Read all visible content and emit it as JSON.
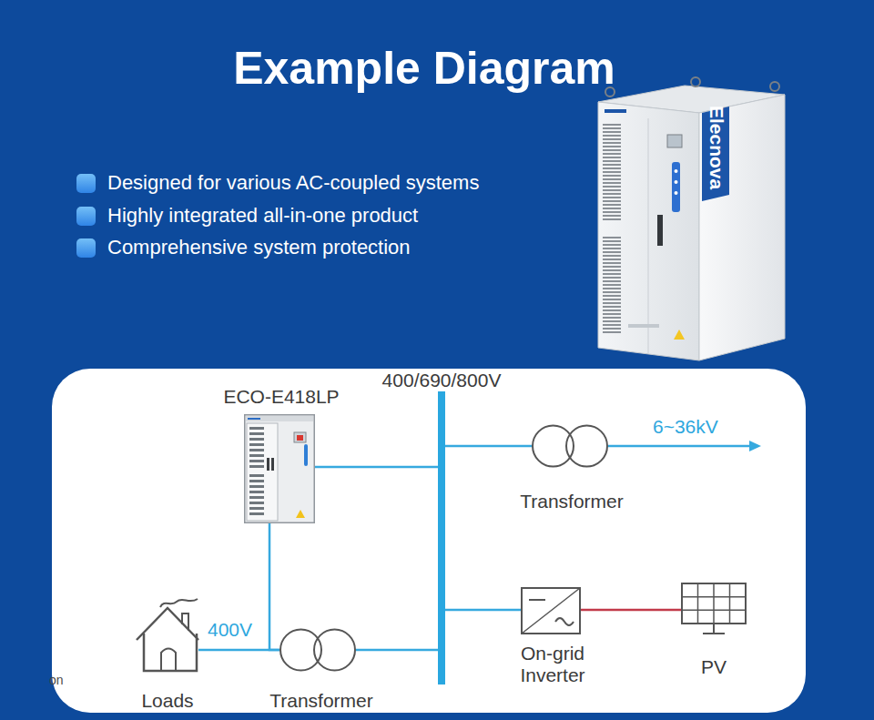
{
  "diagram": {
    "title": "Example Diagram",
    "nodes": [
      {
        "text": [
          "ECO-E418LP"
        ]
      },
      {
        "text": [
          "400/690/800V"
        ]
      },
      {
        "text": [
          "Transformer"
        ]
      },
      {
        "text": [
          "On-grid Inverter"
        ]
      },
      {
        "text": [
          "PV"
        ]
      },
      {
        "text": [
          "Loads"
        ]
      },
      {
        "text": [
          "Transformer"
        ]
      }
    ],
    "edges": [
      {
        "from": 0,
        "to": 1,
        "arrow": "none"
      },
      {
        "from": 1,
        "to": 2,
        "arrow": "none"
      },
      {
        "from": 1,
        "to": 3,
        "arrow": "none"
      },
      {
        "from": 3,
        "to": 4,
        "arrow": "none"
      },
      {
        "from": 5,
        "to": 6,
        "label": "400V",
        "arrow": "none"
      },
      {
        "from": 0,
        "to": 6,
        "arrow": "none"
      },
      {
        "from": 6,
        "to": 1,
        "arrow": "none"
      }
    ],
    "labels": [
      "Designed for various AC-coupled systems",
      "Highly integrated all-in-one product",
      "Comprehensive system protection",
      "Elecnova",
      "6~36kV",
      "on"
    ]
  }
}
